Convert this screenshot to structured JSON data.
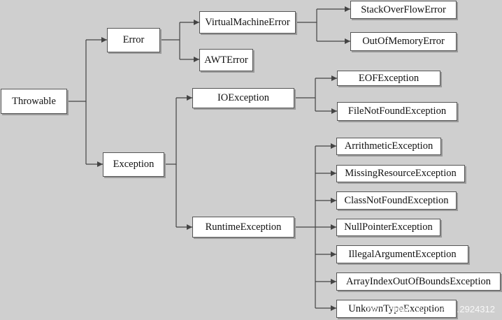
{
  "nodes": {
    "throwable": "Throwable",
    "error": "Error",
    "exception": "Exception",
    "virtual_machine_error": "VirtualMachineError",
    "awt_error": "AWTError",
    "stack_overflow_error": "StackOverFlowError",
    "out_of_memory_error": "OutOfMemoryError",
    "io_exception": "IOException",
    "runtime_exception": "RuntimeException",
    "eof_exception": "EOFException",
    "file_not_found_exception": "FileNotFoundException",
    "arithmetic_exception": "ArrithmeticException",
    "missing_resource_exception": "MissingResourceException",
    "class_not_found_exception": "ClassNotFoundException",
    "null_pointer_exception": "NullPointerException",
    "illegal_argument_exception": "IllegalArgumentException",
    "array_index_out_of_bounds_exception": "ArrayIndexOutOfBoundsException",
    "unknown_type_exception": "UnkownTypeException"
  },
  "watermark": "https://blog.csdn.net/…2924312",
  "colors": {
    "background": "#cfcfcf",
    "line": "#444444",
    "box": "#ffffff"
  }
}
